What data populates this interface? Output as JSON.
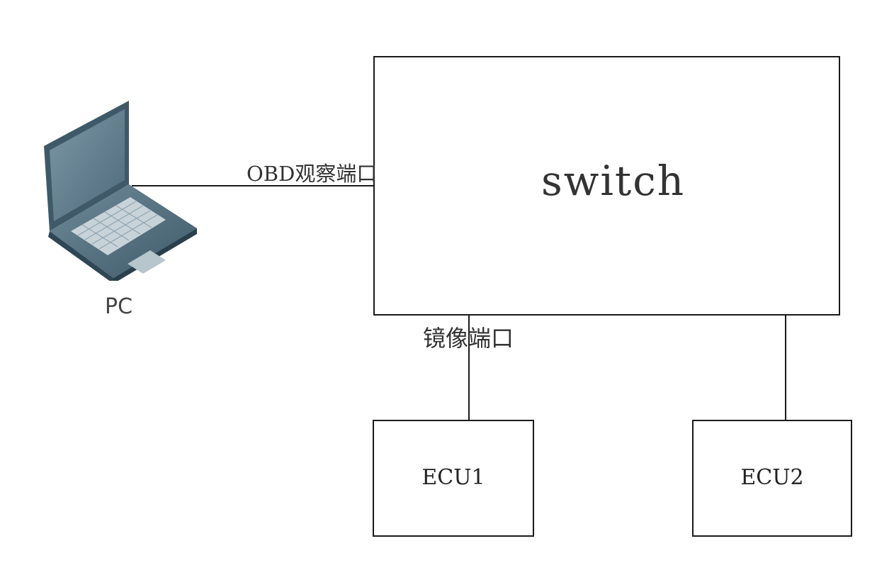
{
  "pc": {
    "label": "PC",
    "icon": "laptop-icon"
  },
  "switch": {
    "label": "switch"
  },
  "ports": {
    "obd": "OBD观察端口",
    "mirror": "镜像端口"
  },
  "ecus": [
    {
      "label": "ECU1"
    },
    {
      "label": "ECU2"
    }
  ]
}
